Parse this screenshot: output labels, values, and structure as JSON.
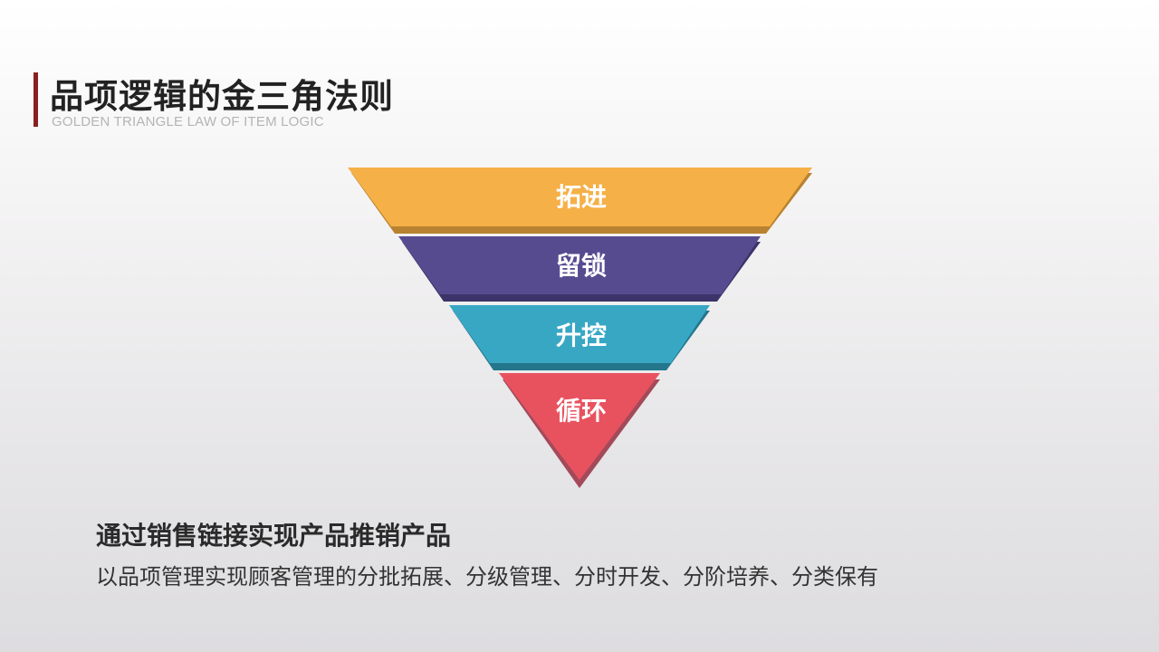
{
  "header": {
    "title": "品项逻辑的金三角法则",
    "subtitle": "GOLDEN TRIANGLE LAW OF ITEM LOGIC",
    "accent_color": "#8a1f1f"
  },
  "pyramid": {
    "tiers": [
      {
        "label": "拓进",
        "color": "#f5b047",
        "shadow_color": "#b88230"
      },
      {
        "label": "留锁",
        "color": "#574b90",
        "shadow_color": "#3c3368"
      },
      {
        "label": "升控",
        "color": "#38a7c4",
        "shadow_color": "#23768b"
      },
      {
        "label": "循环",
        "color": "#e8525f",
        "shadow_color": "#a34a5a"
      }
    ]
  },
  "description": {
    "title": "通过销售链接实现产品推销产品",
    "body": "以品项管理实现顾客管理的分批拓展、分级管理、分时开发、分阶培养、分类保有"
  }
}
